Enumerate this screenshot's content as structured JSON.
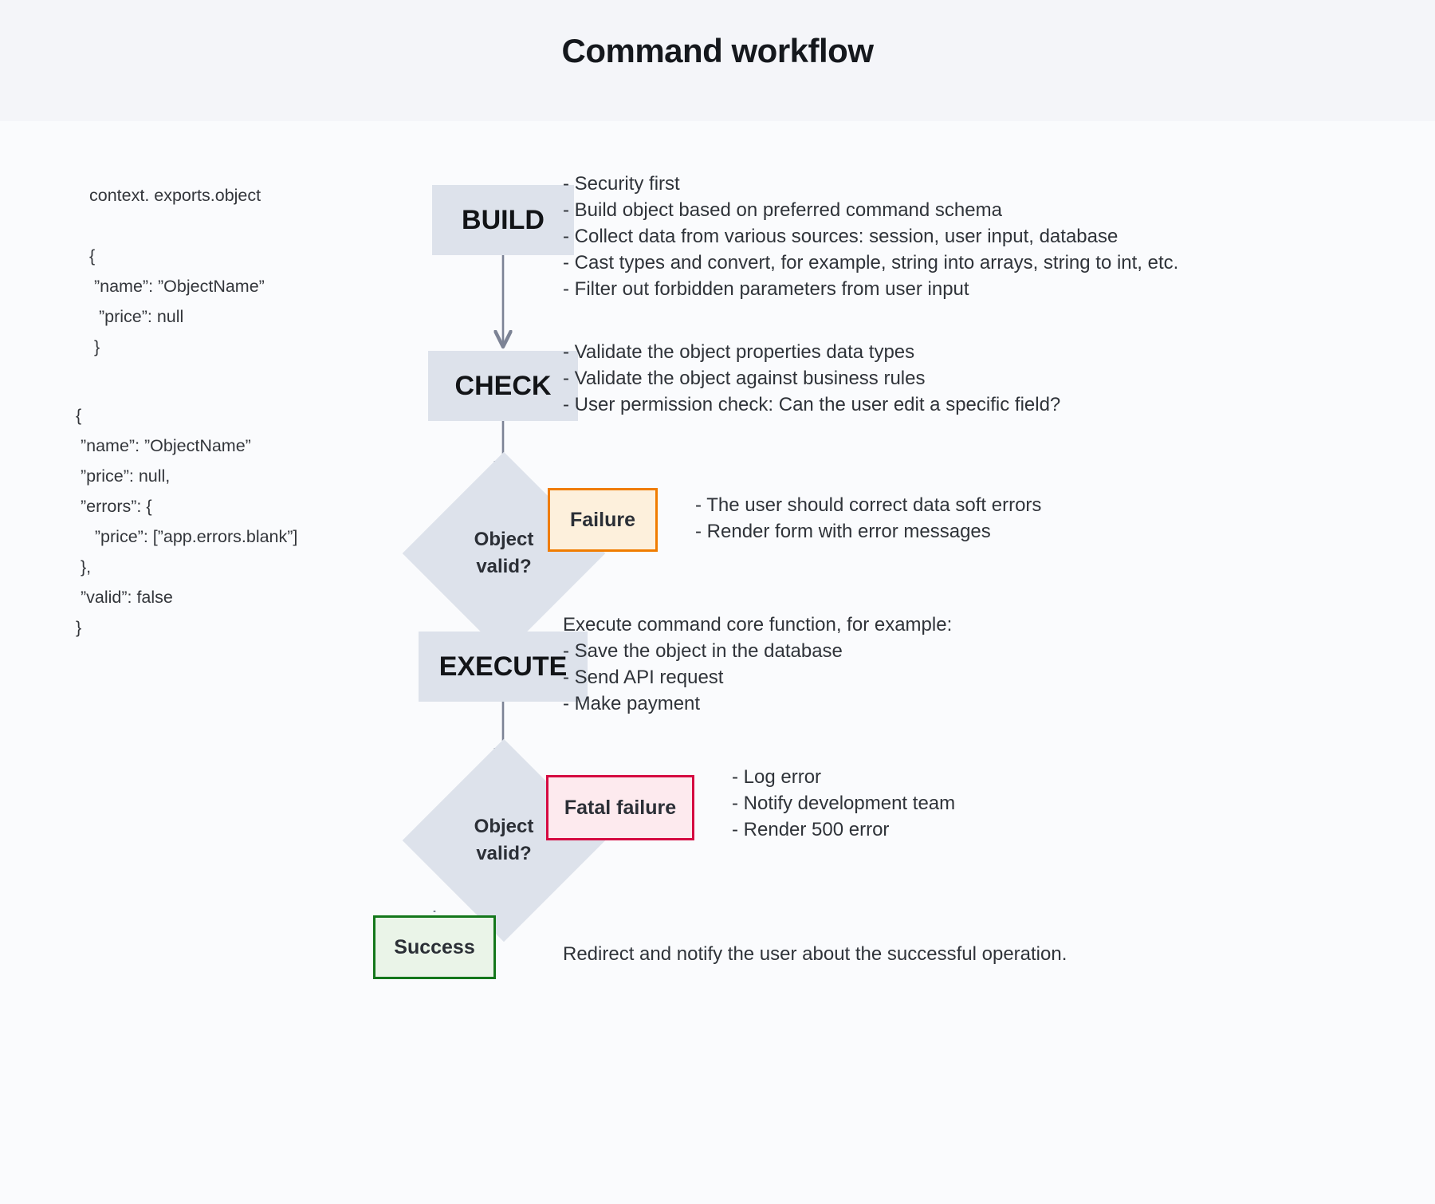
{
  "page": {
    "title": "Command workflow",
    "background": "#f4f5f9",
    "canvas_background": "#fafbfd"
  },
  "colors": {
    "process_fill": "#dde2eb",
    "edge": "#7c8395",
    "failure_border": "#f07c00",
    "failure_fill": "#fdf0dc",
    "fatal_border": "#d50b41",
    "fatal_fill": "#fdeaee",
    "success_border": "#14771b",
    "success_fill": "#eaf4e8",
    "text": "#2f3339"
  },
  "code": {
    "top_label": "context. exports.object",
    "top_json": "{\n ”name”: ”ObjectName”\n  ”price”: null\n }",
    "bottom_json": "{\n ”name”: ”ObjectName”\n ”price”: null,\n ”errors”: {\n    ”price”: [”app.errors.blank”]\n },\n ”valid”: false\n}"
  },
  "nodes": {
    "build": "BUILD",
    "check": "CHECK",
    "execute": "EXECUTE",
    "decision_1_line1": "Object",
    "decision_1_line2": "valid?",
    "decision_2_line1": "Object",
    "decision_2_line2": "valid?",
    "failure": "Failure",
    "fatal_failure": "Fatal failure",
    "success": "Success"
  },
  "notes": {
    "build": "- Security first\n- Build object based on preferred command schema\n- Collect data from various sources: session, user input, database\n- Cast types and convert, for example, string into arrays, string to int, etc.\n- Filter out forbidden parameters from user input",
    "check": "- Validate the object properties data types\n- Validate the object against business rules\n- User permission check: Can the user edit a specific field?",
    "failure": "- The user should correct data soft errors\n- Render form with error messages",
    "execute": "Execute command core function, for example:\n- Save the object in the database\n- Send API request\n- Make payment",
    "fatal": "- Log error\n- Notify development team\n- Render 500 error",
    "success": "Redirect and notify the user about the successful operation."
  }
}
